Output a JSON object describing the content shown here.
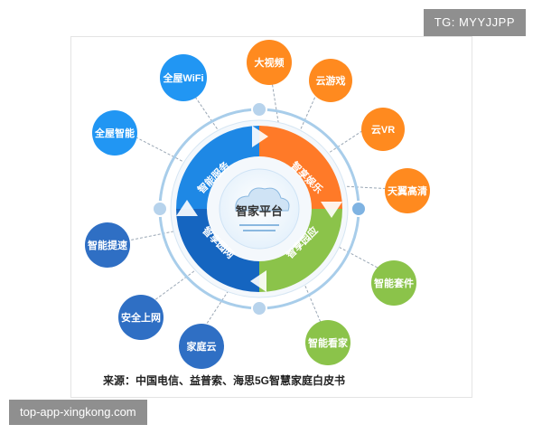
{
  "header": {
    "watermark_tag": "TG: MYYJJPP"
  },
  "footer": {
    "watermark_site": "top-app-xingkong.com"
  },
  "diagram": {
    "center": "智家平台",
    "segments": [
      {
        "label": "智能服务",
        "color": "#1e88e5"
      },
      {
        "label": "智享娱乐",
        "color": "#ff7a28"
      },
      {
        "label": "智享园应",
        "color": "#8bc34a"
      },
      {
        "label": "智享园网",
        "color": "#1565c0"
      }
    ],
    "nodes": [
      {
        "label": "大视频",
        "color": "#ff8a1f"
      },
      {
        "label": "云游戏",
        "color": "#ff8a1f"
      },
      {
        "label": "云VR",
        "color": "#ff8a1f"
      },
      {
        "label": "天翼高清",
        "color": "#ff8a1f"
      },
      {
        "label": "智能套件",
        "color": "#8bc34a"
      },
      {
        "label": "智能看家",
        "color": "#8bc34a"
      },
      {
        "label": "家庭云",
        "color": "#2f6fc4"
      },
      {
        "label": "安全上网",
        "color": "#2f6fc4"
      },
      {
        "label": "智能提速",
        "color": "#2f6fc4"
      },
      {
        "label": "全屋智能",
        "color": "#2196f3"
      },
      {
        "label": "全屋WiFi",
        "color": "#2196f3"
      }
    ],
    "source": "来源：中国电信、益普索、海思5G智慧家庭白皮书"
  }
}
